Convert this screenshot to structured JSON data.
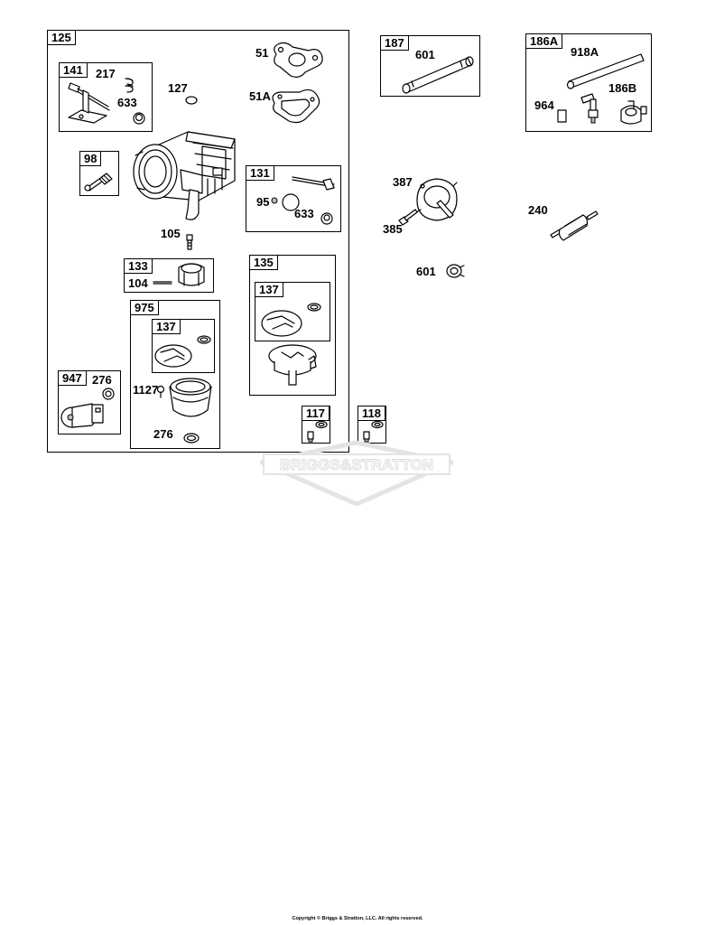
{
  "boxes": {
    "b125": "125",
    "b141": "141",
    "b98": "98",
    "b131": "131",
    "b133": "133",
    "b135": "135",
    "b137a": "137",
    "b975": "975",
    "b137b": "137",
    "b947": "947",
    "b117": "117",
    "b118": "118",
    "b187": "187",
    "b186A": "186A"
  },
  "labels": {
    "l51": "51",
    "l51A": "51A",
    "l127": "127",
    "l217": "217",
    "l633a": "633",
    "l95": "95",
    "l633b": "633",
    "l105": "105",
    "l104": "104",
    "l276a": "276",
    "l1127": "1127",
    "l276b": "276",
    "l601a": "601",
    "l918A": "918A",
    "l964": "964",
    "l186B": "186B",
    "l387": "387",
    "l385": "385",
    "l240": "240",
    "l601b": "601"
  },
  "watermark_text": "BRIGGS&STRATTON",
  "copyright": "Copyright © Briggs & Stratton, LLC. All rights reserved."
}
